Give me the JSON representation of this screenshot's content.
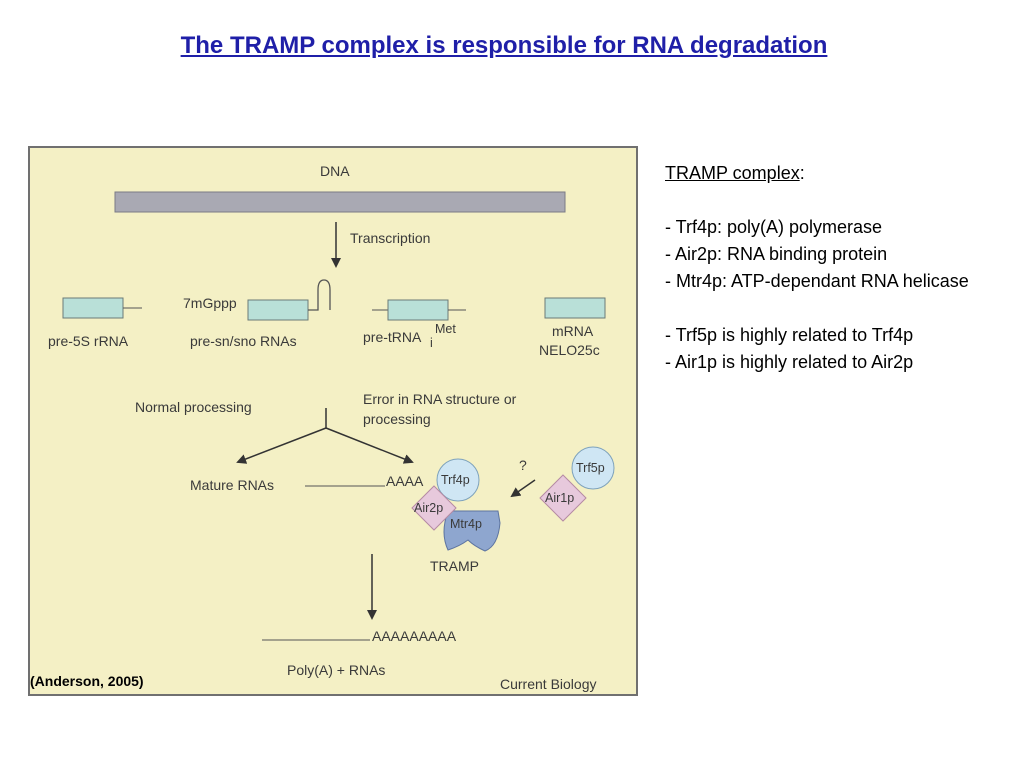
{
  "title": "The TRAMP complex is responsible for RNA degradation",
  "figure": {
    "dna_label": "DNA",
    "transcription_label": "Transcription",
    "cap_label": "7mGppp",
    "rna_types": [
      "pre-5S rRNA",
      "pre-sn/sno RNAs",
      "pre-tRNA",
      "mRNA"
    ],
    "trna_suffix": "i",
    "trna_superscript": "Met",
    "mrna_sub": "NELO25c",
    "normal_processing": "Normal processing",
    "error_line1": "Error in RNA structure or",
    "error_line2": "processing",
    "mature_rnas": "Mature RNAs",
    "polya_short": "AAAA",
    "question_mark": "?",
    "proteins": {
      "trf4p": "Trf4p",
      "air2p": "Air2p",
      "mtr4p": "Mtr4p",
      "trf5p": "Trf5p",
      "air1p": "Air1p"
    },
    "tramp_label": "TRAMP",
    "polya_long": "AAAAAAAAA",
    "polya_rnas": "Poly(A) + RNAs",
    "journal": "Current Biology",
    "colors": {
      "background": "#f4f0c5",
      "dna_bar": "#a9a9b3",
      "gene_box": "#b9e0d8",
      "trf_circle": "#cfe6f4",
      "air_diamond": "#e7c9dc",
      "mtr4p": "#8ea6cf"
    }
  },
  "citation": "(Anderson, 2005)",
  "notes": {
    "heading": "TRAMP complex",
    "heading_suffix": ":",
    "items_group1": [
      "- Trf4p: poly(A) polymerase",
      "- Air2p: RNA binding protein",
      "- Mtr4p: ATP-dependant RNA helicase"
    ],
    "items_group2": [
      "- Trf5p is highly related to Trf4p",
      "- Air1p is highly related to Air2p"
    ]
  }
}
